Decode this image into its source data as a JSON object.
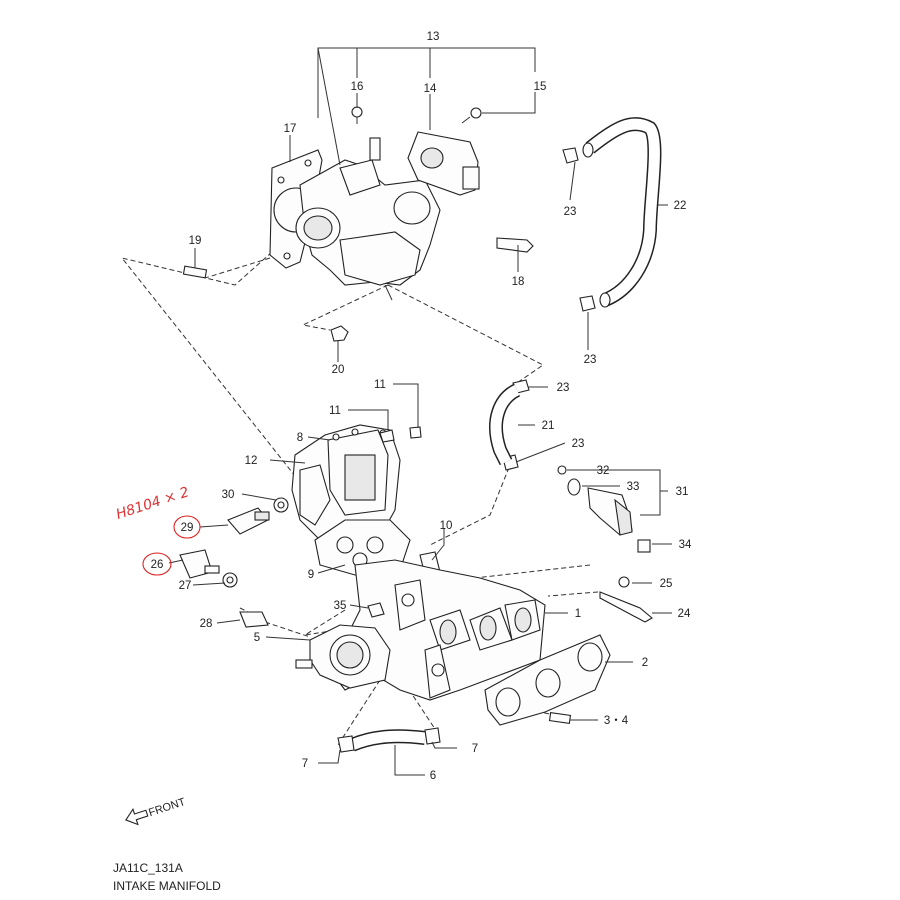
{
  "diagram": {
    "code": "JA11C_131A",
    "title": "INTAKE MANIFOLD",
    "front_label": "FRONT",
    "handwritten_note": "H8104 × 2",
    "circled_callouts": [
      "29",
      "26"
    ]
  },
  "callouts": {
    "c13": "13",
    "c16": "16",
    "c14": "14",
    "c15": "15",
    "c17": "17",
    "c23a": "23",
    "c22": "22",
    "c19": "19",
    "c18": "18",
    "c23b": "23",
    "c20": "20",
    "c23c": "23",
    "c11a": "11",
    "c11b": "11",
    "c21": "21",
    "c8": "8",
    "c23d": "23",
    "c12": "12",
    "c32": "32",
    "c33": "33",
    "c31": "31",
    "c30": "30",
    "c29": "29",
    "c10": "10",
    "c34": "34",
    "c26": "26",
    "c9": "9",
    "c27": "27",
    "c25": "25",
    "c35": "35",
    "c1": "1",
    "c24": "24",
    "c28": "28",
    "c5": "5",
    "c2": "2",
    "c34b": "3・4",
    "c7a": "7",
    "c7b": "7",
    "c6": "6"
  }
}
